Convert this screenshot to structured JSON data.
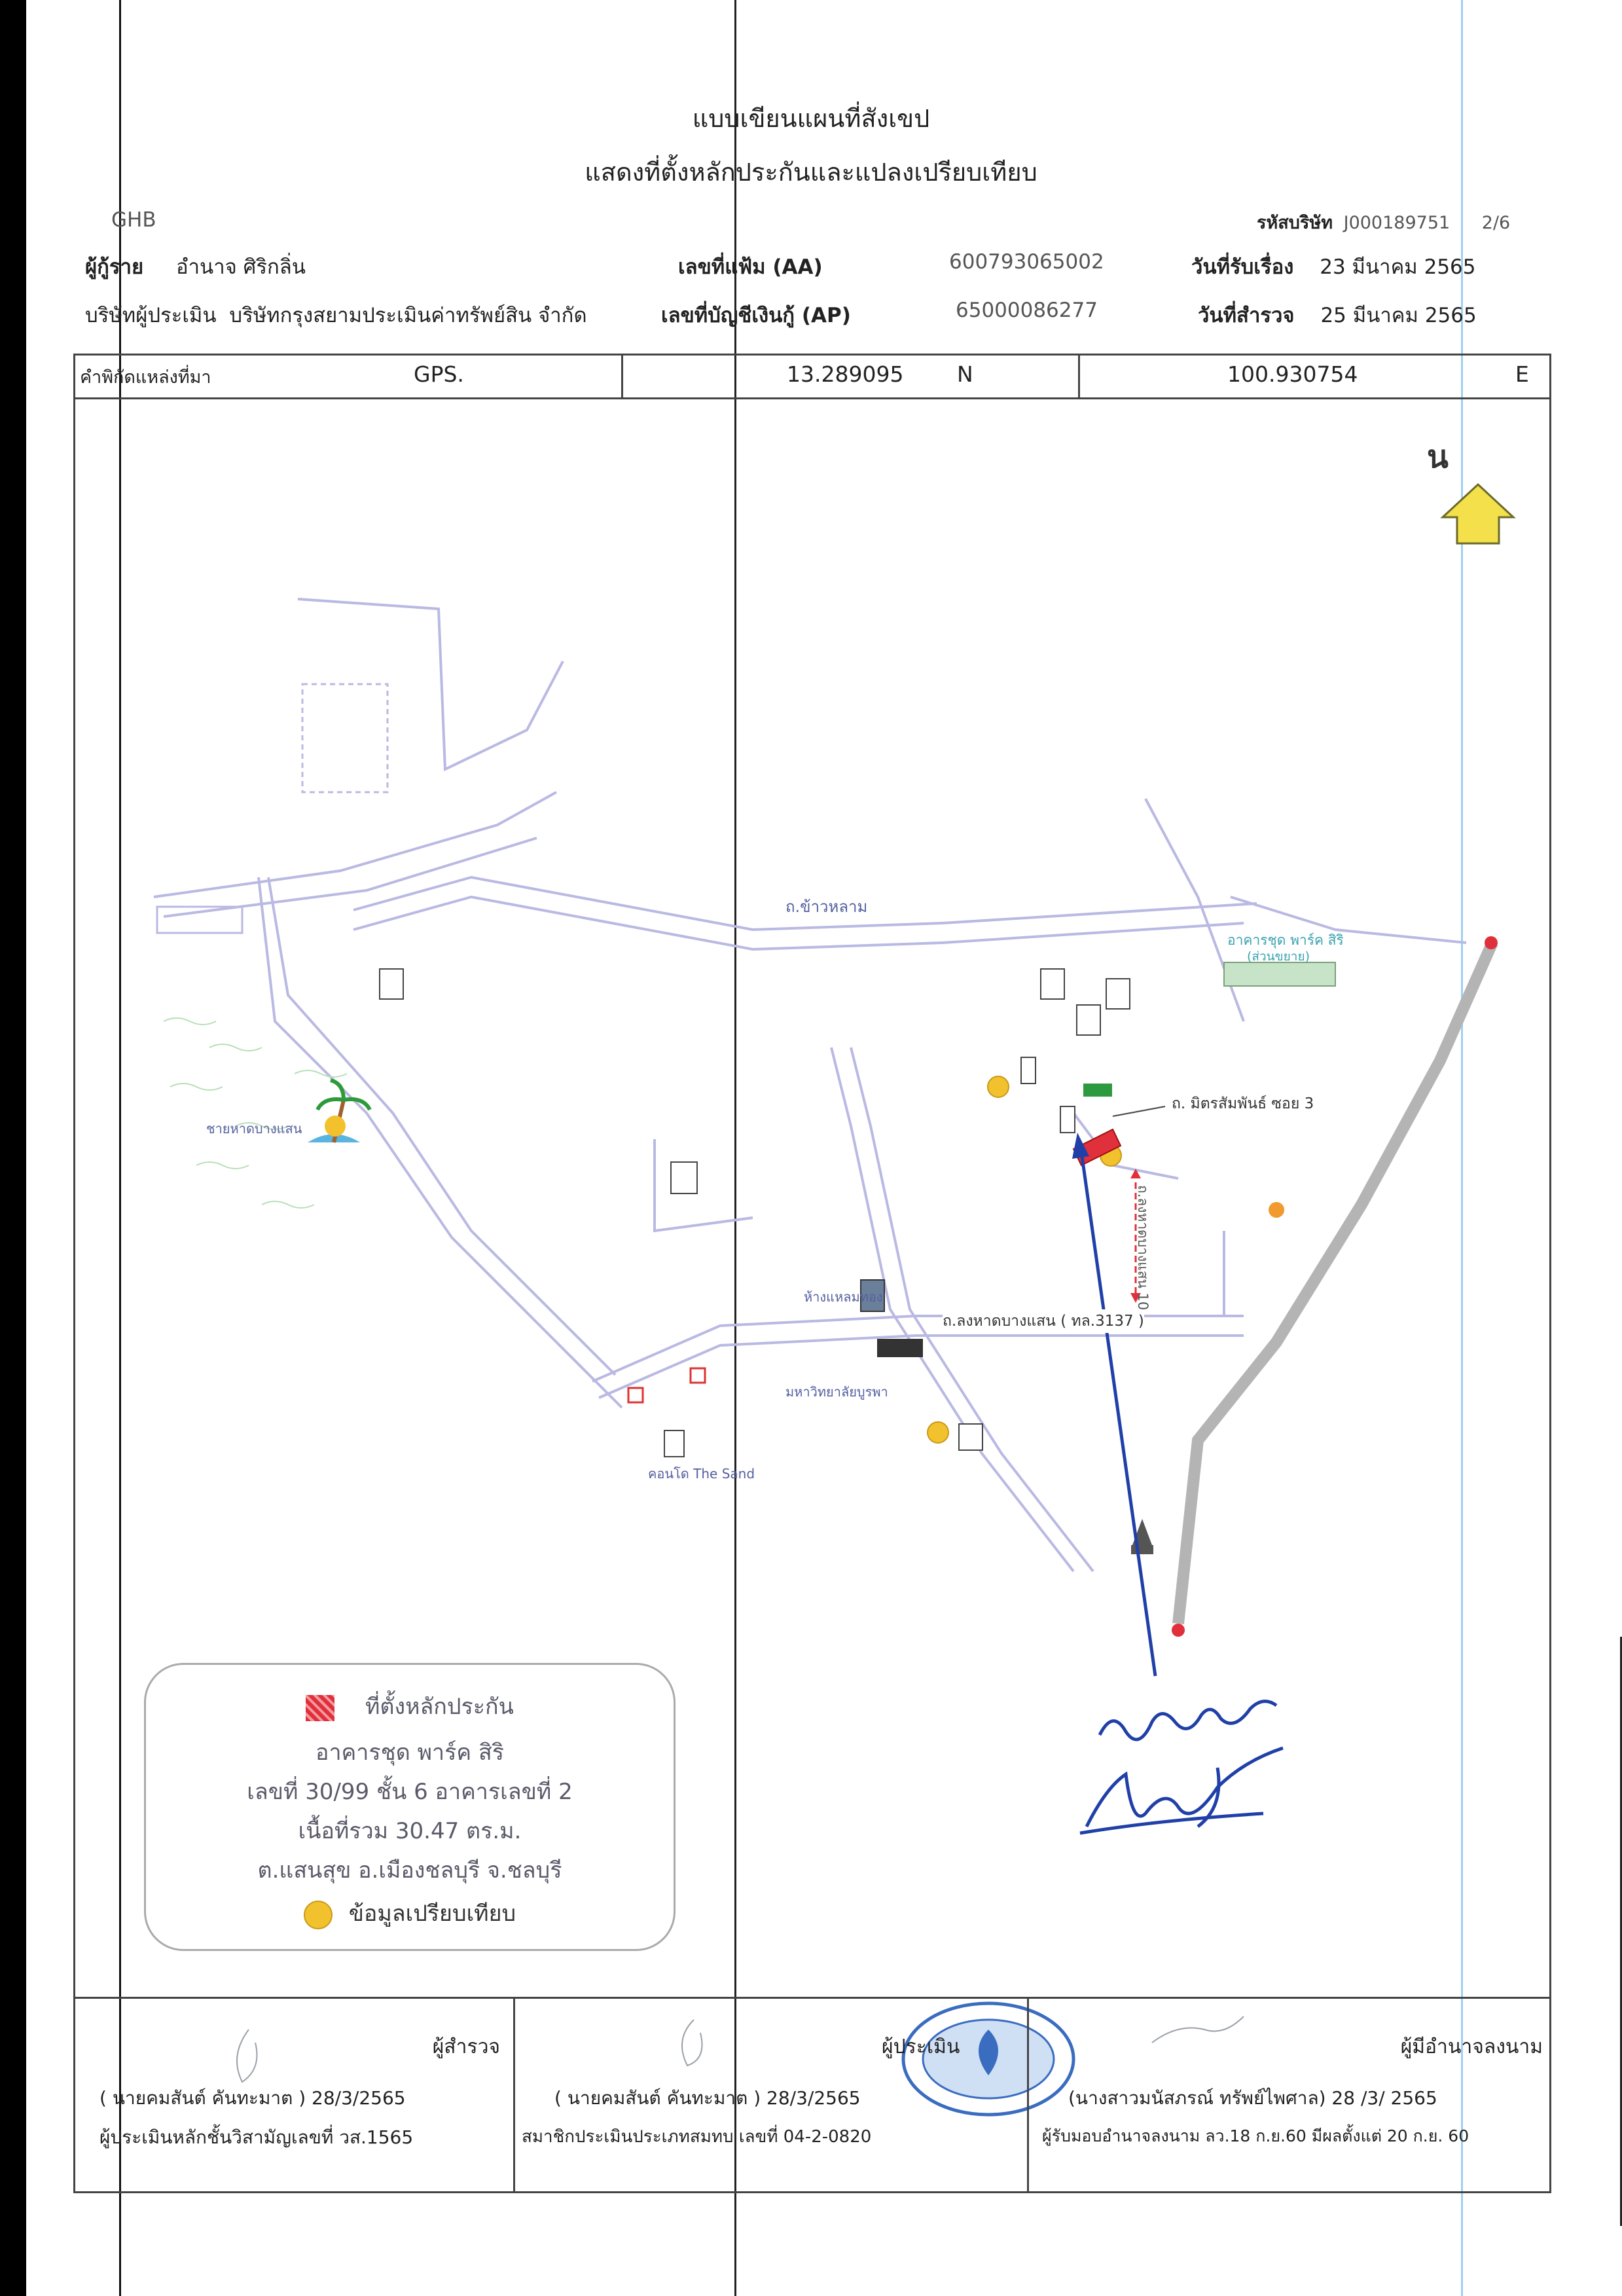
{
  "header": {
    "title": "แบบเขียนแผนที่สังเขป",
    "subtitle": "แสดงที่ตั้งหลักประกันและแปลงเปรียบเทียบ",
    "bank": "GHB",
    "company_code_label": "รหัสบริษัท",
    "company_code": "J000189751",
    "page": "2/6",
    "borrower_label": "ผู้กู้ราย",
    "borrower": "อำนาจ ศิริกลิ่น",
    "file_no_label": "เลขที่แฟ้ม (AA)",
    "file_no": "600793065002",
    "received_label": "วันที่รับเรื่อง",
    "received_date": "23 มีนาคม 2565",
    "appraiser_label": "บริษัทผู้ประเมิน",
    "appraiser": "บริษัทกรุงสยามประเมินค่าทรัพย์สิน จำกัด",
    "account_label": "เลขที่บัญชีเงินกู้ (AP)",
    "account_no": "65000086277",
    "survey_label": "วันที่สำรวจ",
    "survey_date": "25 มีนาคม 2565"
  },
  "gps": {
    "label": "คำพิกัดแหล่งที่มา",
    "source": "GPS.",
    "lat": "13.289095",
    "lat_dir": "N",
    "lon": "100.930754",
    "lon_dir": "E"
  },
  "map": {
    "north": "น",
    "roads": {
      "khao_sam_muk": "ถ.ข้าวหลาม",
      "mittra_soi3": "ถ. มิตรสัมพันธ์ ซอย 3",
      "laem_bangsaen": "ถ.ลงหาดบางแสน ( ทล.3137 )",
      "long_hat_soi10": "ถ.ลงหาดบางแสน 10"
    },
    "places": {
      "park_siri": "อาคารชุด พาร์ค สิริ",
      "park_siri_sub": "(ส่วนขยาย)",
      "bangsaen_beach": "ชายหาดบางแสน",
      "mall": "ห้างแหลมทอง",
      "the_sand": "คอนโด The Sand",
      "burapha": "มหาวิทยาลัยบูรพา"
    },
    "legend": {
      "collateral": "ที่ตั้งหลักประกัน",
      "project": "อาคารชุด พาร์ค สิริ",
      "unit": "เลขที่ 30/99 ชั้น 6 อาคารเลขที่ 2",
      "area": "เนื้อที่รวม 30.47 ตร.ม.",
      "location": "ต.แสนสุข อ.เมืองชลบุรี จ.ชลบุรี",
      "comparison": "ข้อมูลเปรียบเทียบ"
    },
    "colors": {
      "road": "#b9b9e3",
      "collateral": "#e0303c",
      "comparison": "#f2c12e",
      "north_arrow": "#f4e04a",
      "pen": "#2040a8"
    }
  },
  "signatures": {
    "surveyor_role": "ผู้สำรวจ",
    "surveyor_name": "( นายคมสันต์  คันทะมาต ) 28/3/2565",
    "surveyor_title": "ผู้ประเมินหลักชั้นวิสามัญเลขที่ วส.1565",
    "appraiser_role": "ผู้ประเมิน",
    "appraiser_name": "( นายคมสันต์  คันทะมาต ) 28/3/2565",
    "appraiser_title": "สมาชิกประเมินประเภทสมทบ เลขที่ 04-2-0820",
    "authorized_role": "ผู้มีอำนาจลงนาม",
    "authorized_name": "(นางสาวมนัสภรณ์ ทรัพย์ไพศาล)  28 /3/ 2565",
    "authorized_title": "ผู้รับมอบอำนาจลงนาม ลว.18 ก.ย.60 มีผลตั้งแต่ 20 ก.ย. 60"
  }
}
